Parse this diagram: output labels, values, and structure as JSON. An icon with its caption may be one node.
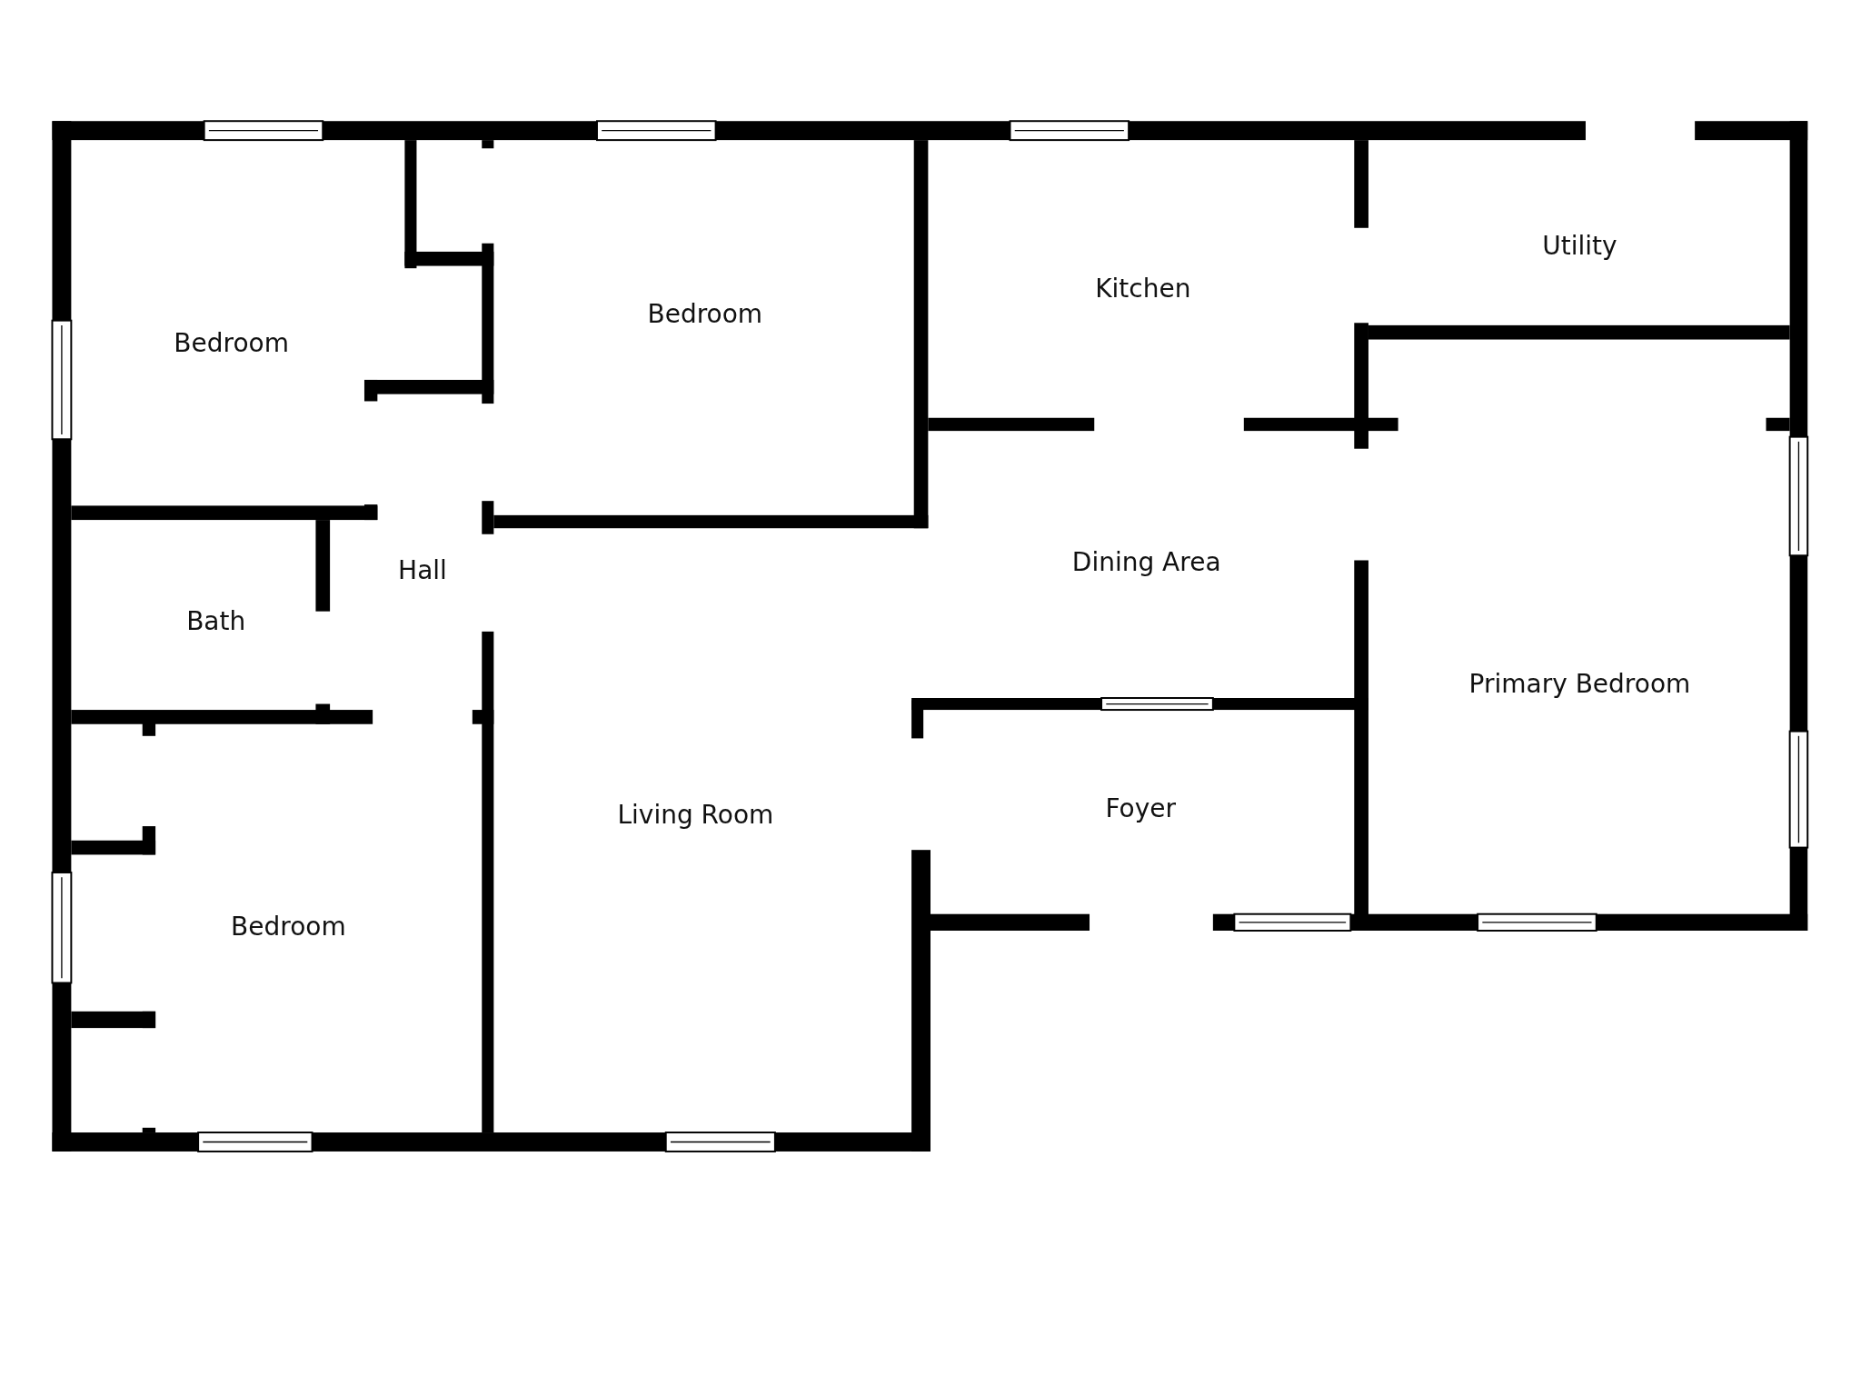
{
  "diagram": {
    "labels": [
      "Bedroom",
      "Bedroom",
      "Kitchen",
      "Utility",
      "Hall",
      "Dining Area",
      "Bath",
      "Primary Bedroom",
      "Foyer",
      "Living Room",
      "Bedroom"
    ]
  }
}
